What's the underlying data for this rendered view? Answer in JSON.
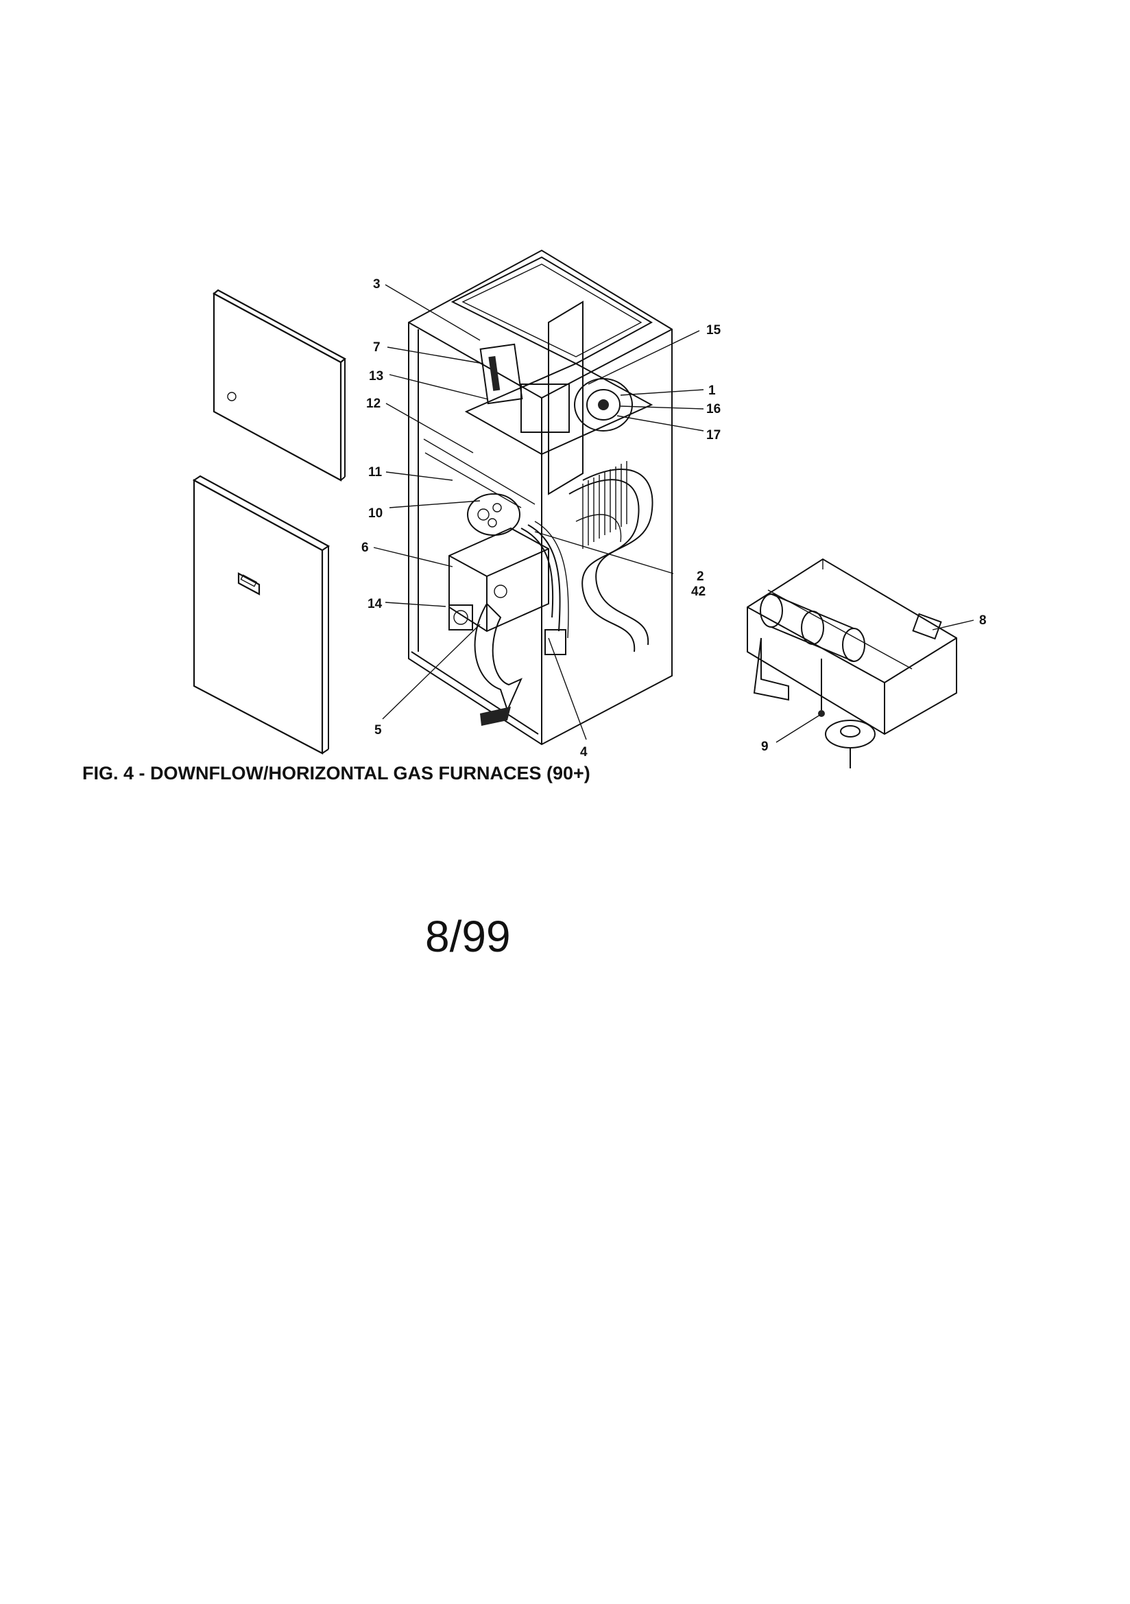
{
  "figure": {
    "caption": "FIG. 4 - DOWNFLOW/HORIZONTAL GAS FURNACES (90+)",
    "date": "8/99"
  },
  "callouts": [
    "3",
    "7",
    "13",
    "12",
    "11",
    "10",
    "6",
    "14",
    "5",
    "4",
    "2",
    "42",
    "15",
    "1",
    "16",
    "17",
    "8",
    "9"
  ]
}
